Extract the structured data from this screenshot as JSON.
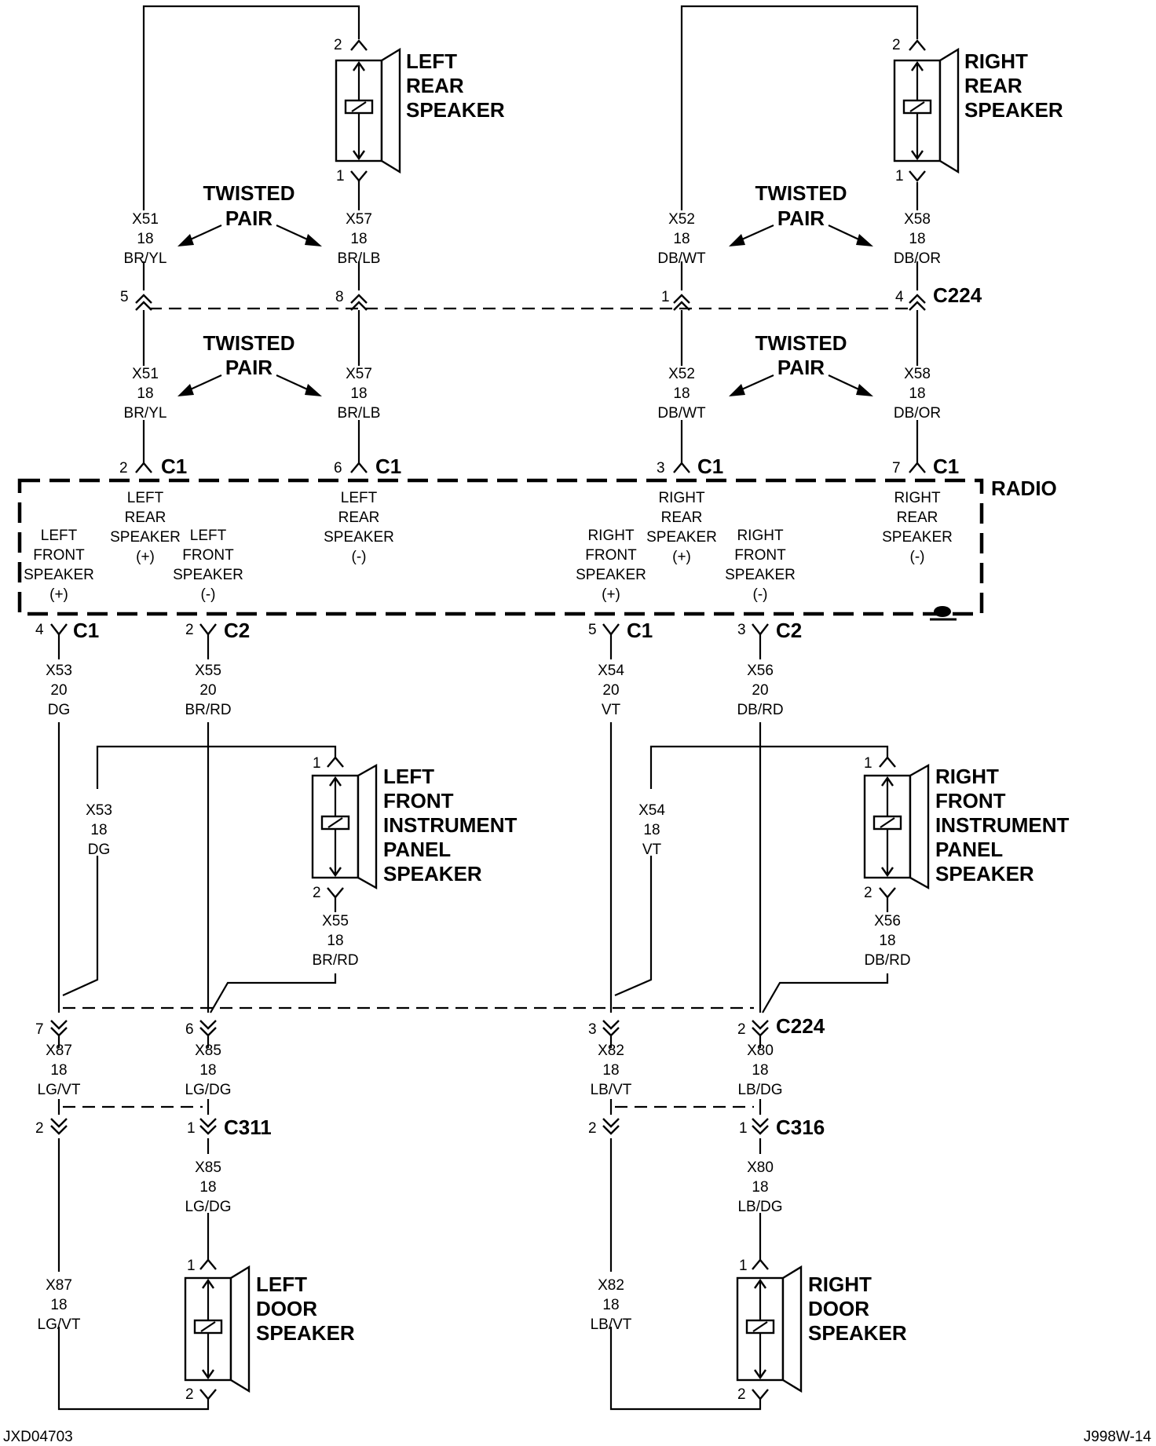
{
  "radio_label": "RADIO",
  "twisted_label": [
    "TWISTED",
    "PAIR"
  ],
  "speakers": {
    "left_rear": [
      "LEFT",
      "REAR",
      "SPEAKER"
    ],
    "right_rear": [
      "RIGHT",
      "REAR",
      "SPEAKER"
    ],
    "left_front_ip": [
      "LEFT",
      "FRONT",
      "INSTRUMENT",
      "PANEL",
      "SPEAKER"
    ],
    "right_front_ip": [
      "RIGHT",
      "FRONT",
      "INSTRUMENT",
      "PANEL",
      "SPEAKER"
    ],
    "left_door": [
      "LEFT",
      "DOOR",
      "SPEAKER"
    ],
    "right_door": [
      "RIGHT",
      "DOOR",
      "SPEAKER"
    ]
  },
  "wires": {
    "x51": [
      "X51",
      "18",
      "BR/YL"
    ],
    "x57": [
      "X57",
      "18",
      "BR/LB"
    ],
    "x52": [
      "X52",
      "18",
      "DB/WT"
    ],
    "x58": [
      "X58",
      "18",
      "DB/OR"
    ],
    "x53_20": [
      "X53",
      "20",
      "DG"
    ],
    "x55_20": [
      "X55",
      "20",
      "BR/RD"
    ],
    "x54_20": [
      "X54",
      "20",
      "VT"
    ],
    "x56_20": [
      "X56",
      "20",
      "DB/RD"
    ],
    "x53_18": [
      "X53",
      "18",
      "DG"
    ],
    "x54_18": [
      "X54",
      "18",
      "VT"
    ],
    "x55_18": [
      "X55",
      "18",
      "BR/RD"
    ],
    "x56_18": [
      "X56",
      "18",
      "DB/RD"
    ],
    "x87": [
      "X87",
      "18",
      "LG/VT"
    ],
    "x85": [
      "X85",
      "18",
      "LG/DG"
    ],
    "x82": [
      "X82",
      "18",
      "LB/VT"
    ],
    "x80": [
      "X80",
      "18",
      "LB/DG"
    ]
  },
  "radio_terminals": {
    "lr_pos": [
      "LEFT",
      "REAR",
      "SPEAKER",
      "(+)"
    ],
    "lr_neg": [
      "LEFT",
      "REAR",
      "SPEAKER",
      "(-)"
    ],
    "rr_pos": [
      "RIGHT",
      "REAR",
      "SPEAKER",
      "(+)"
    ],
    "rr_neg": [
      "RIGHT",
      "REAR",
      "SPEAKER",
      "(-)"
    ],
    "lf_pos": [
      "LEFT",
      "FRONT",
      "SPEAKER",
      "(+)"
    ],
    "lf_neg": [
      "LEFT",
      "FRONT",
      "SPEAKER",
      "(-)"
    ],
    "rf_pos": [
      "RIGHT",
      "FRONT",
      "SPEAKER",
      "(+)"
    ],
    "rf_neg": [
      "RIGHT",
      "FRONT",
      "SPEAKER",
      "(-)"
    ]
  },
  "connectors": {
    "c224": "C224",
    "c1": "C1",
    "c2": "C2",
    "c311": "C311",
    "c316": "C316"
  },
  "pins": {
    "p1": "1",
    "p2": "2",
    "p3": "3",
    "p4": "4",
    "p5": "5",
    "p6": "6",
    "p7": "7",
    "p8": "8"
  },
  "footer": {
    "left": "JXD04703",
    "right": "J998W-14"
  }
}
